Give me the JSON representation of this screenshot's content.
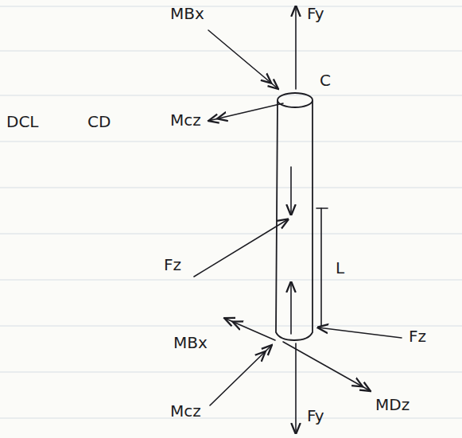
{
  "diagram": {
    "labels": [
      "MBx",
      "Fy",
      "DCL",
      "CD",
      "Mcz",
      "C",
      "Fz",
      "L",
      "Fz",
      "MBx",
      "Mcz",
      "MDz",
      "Fy"
    ]
  }
}
